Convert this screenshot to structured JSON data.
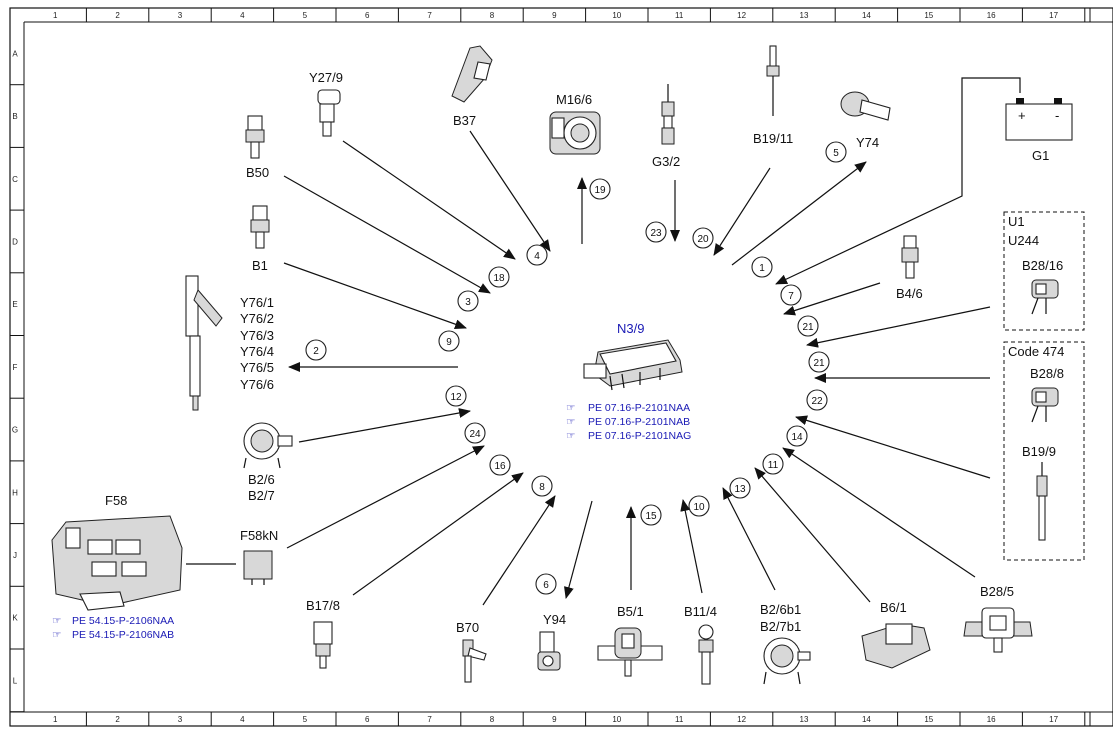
{
  "grid": {
    "columns": [
      "1",
      "2",
      "3",
      "4",
      "5",
      "6",
      "7",
      "8",
      "9",
      "10",
      "11",
      "12",
      "13",
      "14",
      "15",
      "16",
      "17"
    ],
    "rows": [
      "A",
      "B",
      "C",
      "D",
      "E",
      "F",
      "G",
      "H",
      "J",
      "K",
      "L"
    ]
  },
  "ecu": {
    "label": "N3/9",
    "refs": [
      "PE 07.16-P-2101NAA",
      "PE 07.16-P-2101NAB",
      "PE 07.16-P-2101NAG"
    ]
  },
  "fuse": {
    "label": "F58",
    "refs": [
      "PE 54.15-P-2106NAA",
      "PE 54.15-P-2106NAB"
    ]
  },
  "relay_label": "F58kN",
  "battery": {
    "label": "G1",
    "plus": "+",
    "minus": "-"
  },
  "box1": {
    "title1": "U1",
    "title2": "U244",
    "sensor": "B28/16"
  },
  "box2": {
    "title": "Code 474",
    "sensor1": "B28/8",
    "sensor2": "B19/9"
  },
  "components": {
    "y27_9": "Y27/9",
    "b37": "B37",
    "m16_6": "M16/6",
    "g3_2": "G3/2",
    "b19_11": "B19/11",
    "y74": "Y74",
    "b50": "B50",
    "b1": "B1",
    "y76": [
      "Y76/1",
      "Y76/2",
      "Y76/3",
      "Y76/4",
      "Y76/5",
      "Y76/6"
    ],
    "b4_6": "B4/6",
    "b2_6": "B2/6",
    "b2_7": "B2/7",
    "b17_8": "B17/8",
    "b70": "B70",
    "y94": "Y94",
    "b5_1": "B5/1",
    "b11_4": "B11/4",
    "b2_6b1": "B2/6b1",
    "b2_7b1": "B2/7b1",
    "b6_1": "B6/1",
    "b28_5": "B28/5"
  },
  "signals": {
    "s1": "1",
    "s2": "2",
    "s3": "3",
    "s4": "4",
    "s5": "5",
    "s6": "6",
    "s7": "7",
    "s8": "8",
    "s9": "9",
    "s10": "10",
    "s11": "11",
    "s12": "12",
    "s13": "13",
    "s14": "14",
    "s15": "15",
    "s16": "16",
    "s18": "18",
    "s19": "19",
    "s20": "20",
    "s21a": "21",
    "s21b": "21",
    "s22": "22",
    "s23": "23",
    "s24": "24"
  }
}
